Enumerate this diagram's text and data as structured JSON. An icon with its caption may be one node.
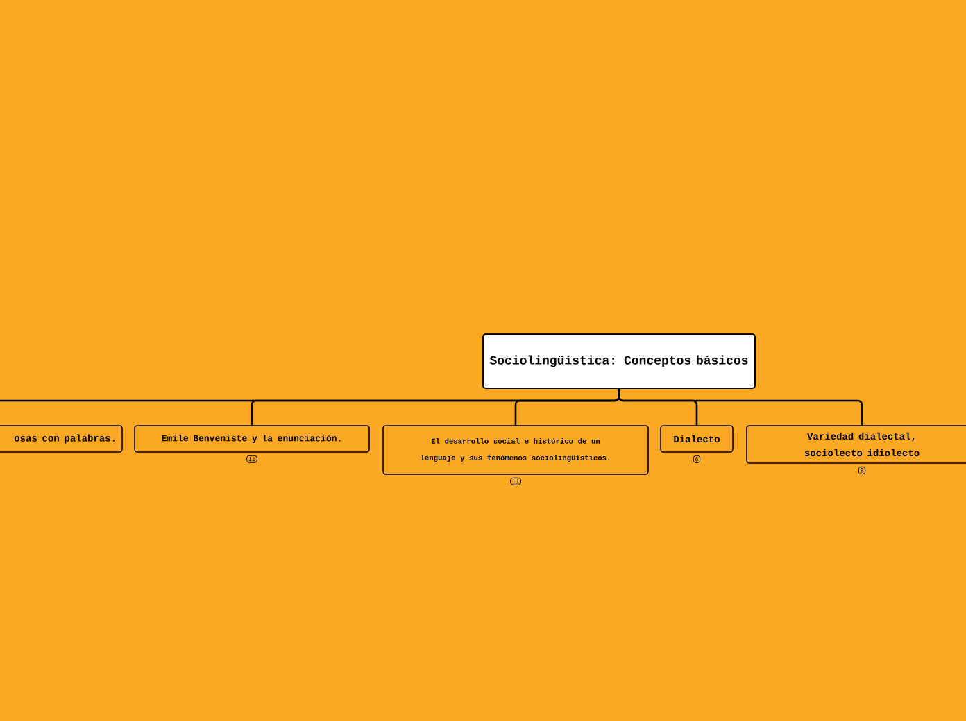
{
  "diagram": {
    "nodes": [
      {
        "text": [
          "Sociolingüística: Conceptos básicos"
        ]
      },
      {
        "text": [
          "osas con palabras."
        ]
      },
      {
        "text": [
          "Emile Benveniste y la enunciación."
        ],
        "beside": [
          "11"
        ]
      },
      {
        "text": [
          "El desarrollo social e histórico de un lenguaje y sus fenómenos sociolingüísticos."
        ],
        "beside": [
          "11"
        ]
      },
      {
        "text": [
          "Dialecto"
        ],
        "beside": [
          "6"
        ]
      },
      {
        "text": [
          "Variedad dialectal, sociolecto idiolecto"
        ],
        "beside": [
          "8"
        ]
      }
    ],
    "edges": [
      {
        "from": 0,
        "to": 1,
        "arrow": "none"
      },
      {
        "from": 0,
        "to": 2,
        "arrow": "none"
      },
      {
        "from": 0,
        "to": 3,
        "arrow": "none"
      },
      {
        "from": 0,
        "to": 4,
        "arrow": "none"
      },
      {
        "from": 0,
        "to": 5,
        "arrow": "none"
      }
    ]
  }
}
